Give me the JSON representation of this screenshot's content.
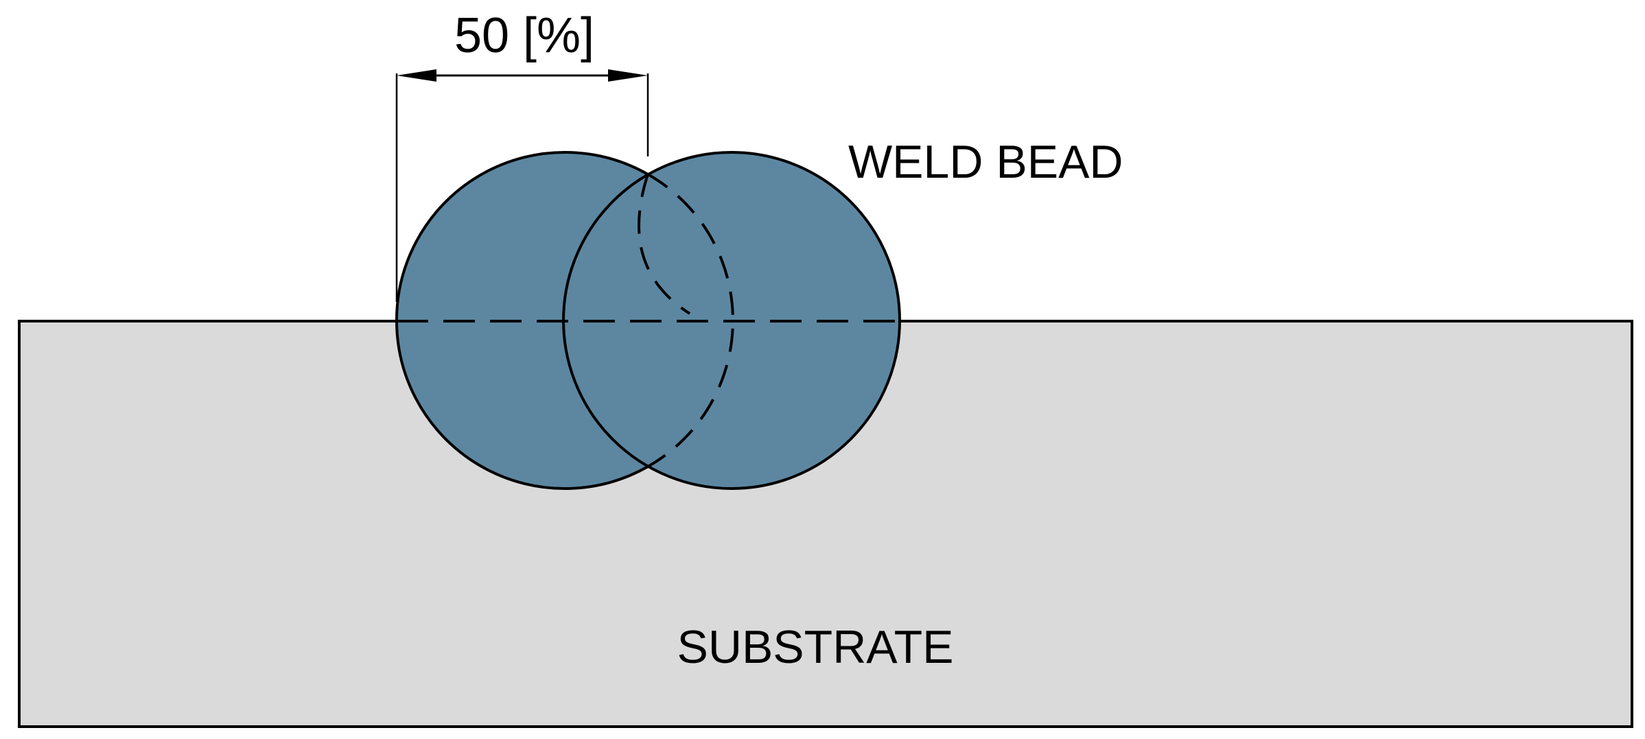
{
  "labels": {
    "dimension": "50 [%]",
    "weld_bead": "WELD BEAD",
    "substrate": "SUBSTRATE"
  },
  "colors": {
    "background": "#ffffff",
    "substrate_fill": "#dadada",
    "bead_fill": "#5d87a1",
    "stroke": "#000000"
  },
  "overlap_percent": 50
}
